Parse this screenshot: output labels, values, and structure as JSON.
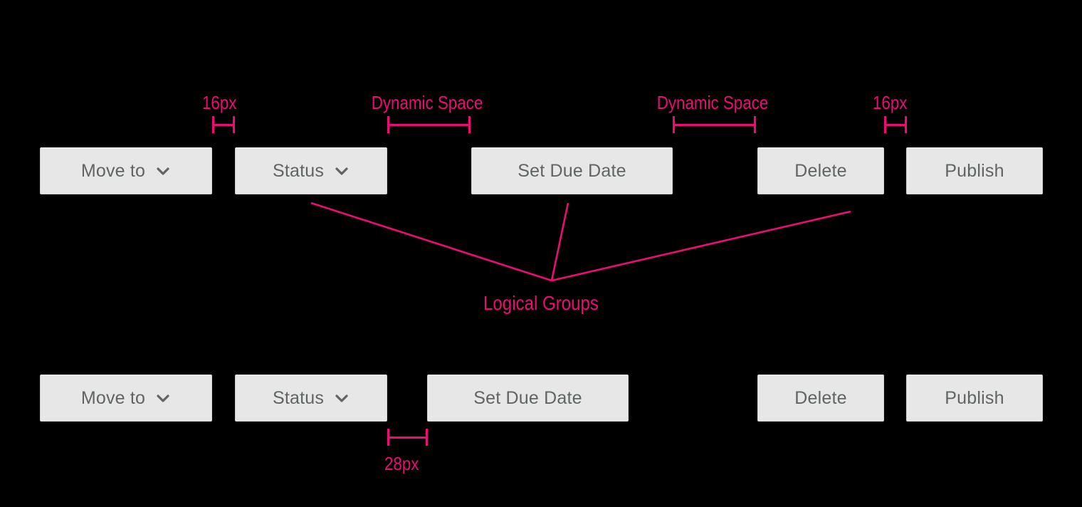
{
  "meta": {
    "background_color": "#000000",
    "accent_color": "#ec0c73",
    "button_fill": "#e7e7e7",
    "button_text_color": "#5f6564"
  },
  "annotations": {
    "left_gap": "16px",
    "dynamic_space_left": "Dynamic Space",
    "dynamic_space_right": "Dynamic Space",
    "right_gap": "16px",
    "logical_groups": "Logical Groups",
    "inner_gap": "28px"
  },
  "rows": [
    {
      "name": "row-spaced",
      "buttons": [
        {
          "label": "Move to",
          "icon": "chevron-down-icon"
        },
        {
          "label": "Status",
          "icon": "chevron-down-icon"
        },
        {
          "label": "Set Due Date",
          "icon": null
        },
        {
          "label": "Delete",
          "icon": null
        },
        {
          "label": "Publish",
          "icon": null
        }
      ]
    },
    {
      "name": "row-grouped",
      "buttons": [
        {
          "label": "Move to",
          "icon": "chevron-down-icon"
        },
        {
          "label": "Status",
          "icon": "chevron-down-icon"
        },
        {
          "label": "Set Due Date",
          "icon": null
        },
        {
          "label": "Delete",
          "icon": null
        },
        {
          "label": "Publish",
          "icon": null
        }
      ]
    }
  ]
}
